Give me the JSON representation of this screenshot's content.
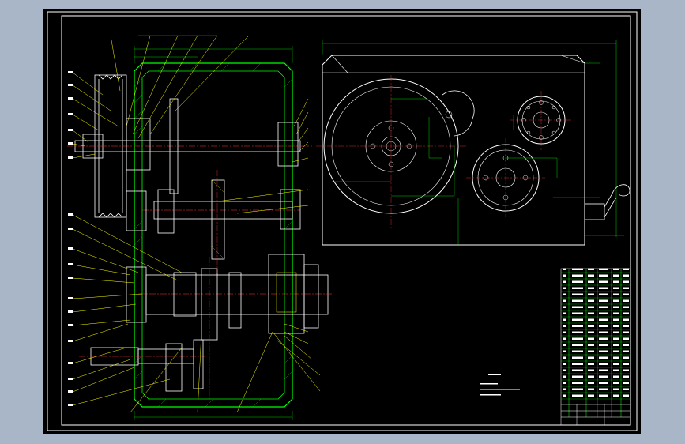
{
  "colors": {
    "viewport_bg": "#a9b6c8",
    "sheet_bg": "#000000",
    "frame": "#ffffff",
    "outline": "#ffffff",
    "housing": "#00ff00",
    "leader": "#ffff00",
    "centerline": "#ff3333",
    "dimension": "#00ff00",
    "hatch": "#ffff00",
    "title_block_line": "#00ff00"
  },
  "drawing": {
    "views": [
      "front-section-view",
      "side-view"
    ],
    "balloon_count_left": 20,
    "balloon_count_right": 6,
    "balloon_count_top": 6
  },
  "icons": {
    "hand-wheel": "crank-handle-icon",
    "shaft": "shaft-icon"
  }
}
